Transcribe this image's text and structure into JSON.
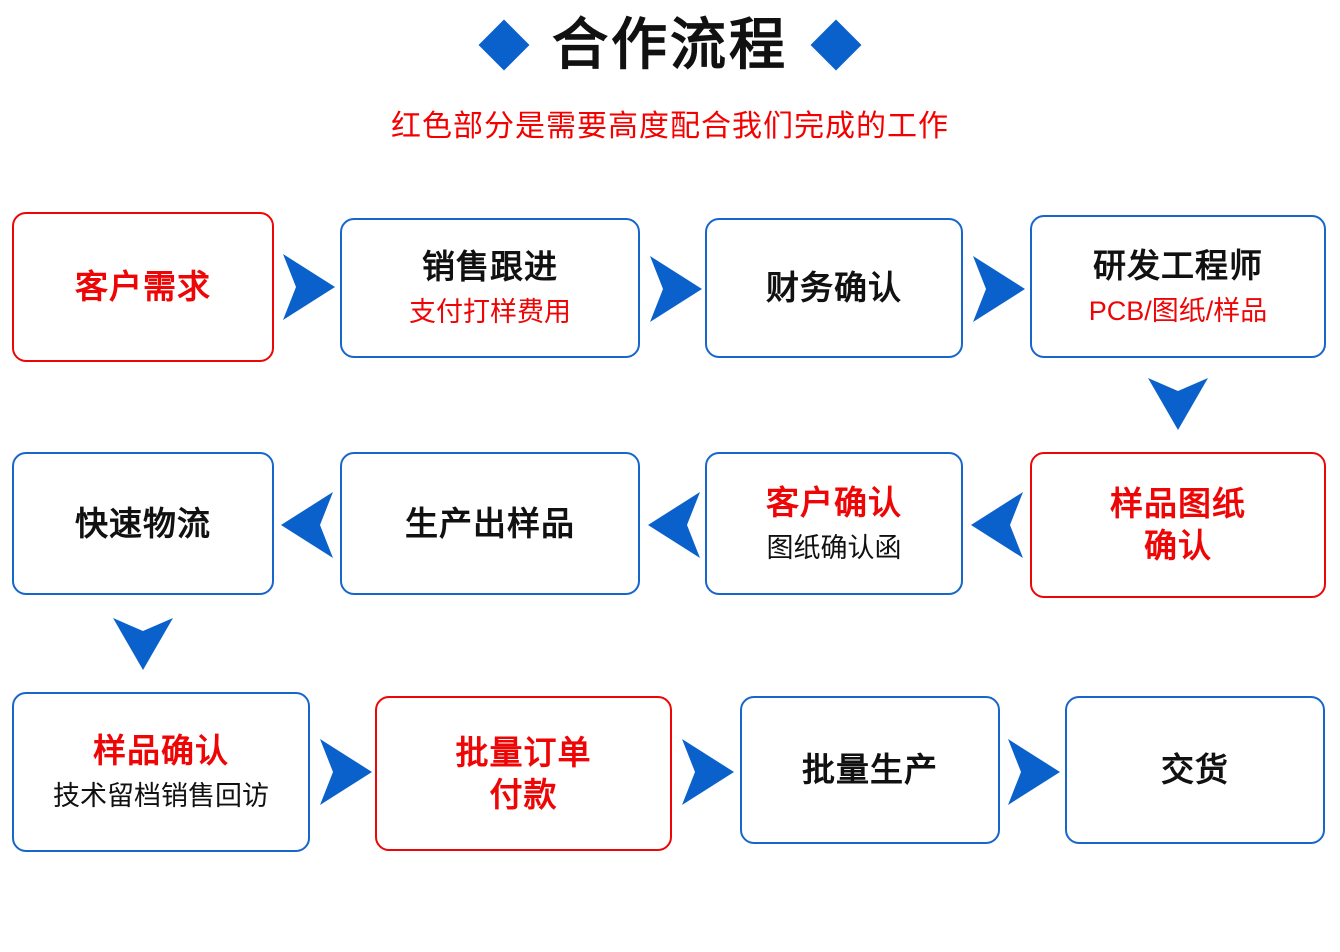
{
  "header": {
    "title": "合作流程",
    "subtitle": "红色部分是需要高度配合我们完成的工作",
    "left_diamond": "diamond-icon",
    "right_diamond": "diamond-icon"
  },
  "colors": {
    "blue": "#1666cc",
    "arrow_blue": "#0b61cc",
    "red": "#ee0606",
    "subtitle_red": "#f40000",
    "text_black": "#111111",
    "background": "#ffffff"
  },
  "flow": {
    "rows": [
      {
        "direction": "left-to-right",
        "nodes": [
          {
            "title": "客户需求",
            "title_color": "red",
            "border": "red",
            "sub": ""
          },
          {
            "title": "销售跟进",
            "title_color": "black",
            "border": "blue",
            "sub": "支付打样费用",
            "sub_color": "red"
          },
          {
            "title": "财务确认",
            "title_color": "black",
            "border": "blue",
            "sub": ""
          },
          {
            "title": "研发工程师",
            "title_color": "black",
            "border": "blue",
            "sub": "PCB/图纸/样品",
            "sub_color": "red"
          }
        ]
      },
      {
        "direction": "right-to-left",
        "nodes": [
          {
            "title": "快速物流",
            "title_color": "black",
            "border": "blue",
            "sub": ""
          },
          {
            "title": "生产出样品",
            "title_color": "black",
            "border": "blue",
            "sub": ""
          },
          {
            "title": "客户确认",
            "title_color": "red",
            "border": "blue",
            "sub": "图纸确认函",
            "sub_color": "black"
          },
          {
            "title": "样品图纸\n确认",
            "title_color": "red",
            "border": "red",
            "sub": ""
          }
        ]
      },
      {
        "direction": "left-to-right",
        "nodes": [
          {
            "title": "样品确认",
            "title_color": "red",
            "border": "blue",
            "sub": "技术留档销售回访",
            "sub_color": "black"
          },
          {
            "title": "批量订单\n付款",
            "title_color": "red",
            "border": "red",
            "sub": ""
          },
          {
            "title": "批量生产",
            "title_color": "black",
            "border": "blue",
            "sub": ""
          },
          {
            "title": "交货",
            "title_color": "black",
            "border": "blue",
            "sub": ""
          }
        ]
      }
    ],
    "connectors": [
      {
        "name": "arrow-r1c1-to-r1c2",
        "type": "chevron-right"
      },
      {
        "name": "arrow-r1c2-to-r1c3",
        "type": "chevron-right"
      },
      {
        "name": "arrow-r1c3-to-r1c4",
        "type": "chevron-right"
      },
      {
        "name": "arrow-r1c4-to-r2c4",
        "type": "chevron-down"
      },
      {
        "name": "arrow-r2c4-to-r2c3",
        "type": "chevron-left"
      },
      {
        "name": "arrow-r2c3-to-r2c2",
        "type": "chevron-left"
      },
      {
        "name": "arrow-r2c2-to-r2c1",
        "type": "chevron-left"
      },
      {
        "name": "arrow-r2c1-to-r3c1",
        "type": "chevron-down"
      },
      {
        "name": "arrow-r3c1-to-r3c2",
        "type": "chevron-right"
      },
      {
        "name": "arrow-r3c2-to-r3c3",
        "type": "chevron-right"
      },
      {
        "name": "arrow-r3c3-to-r3c4",
        "type": "chevron-right"
      }
    ]
  }
}
